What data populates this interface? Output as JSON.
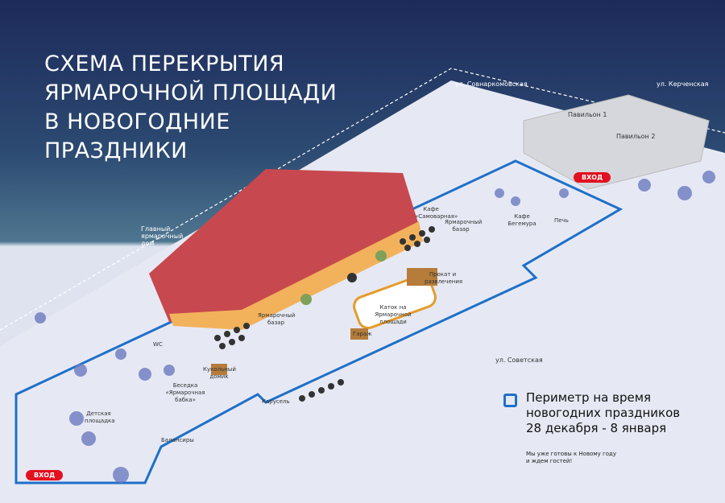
{
  "title": {
    "lines": [
      "СХЕМА ПЕРЕКРЫТИЯ",
      "ЯРМАРОЧНОЙ ПЛОЩАДИ",
      "В НОВОГОДНИЕ",
      "ПРАЗДНИКИ"
    ]
  },
  "streets": {
    "sovnarkomovskaya": "ул. Совнаркомовская",
    "kerchenskaya": "ул. Керченская",
    "sovetskaya": "ул. Советская"
  },
  "entries": {
    "top": "ВХОД",
    "bottom": "ВХОД"
  },
  "labels": {
    "main_house": "Главный ярмарочный дом",
    "pavilion1": "Павильон 1",
    "pavilion2": "Павильон 2",
    "cafe_samovar": "Кафе «Самоварная»",
    "bazaar_top": "Ярмарочный базар",
    "cafe_begemura": "Кафе Бегемура",
    "oven": "Печь",
    "rental": "Прокат и развлечения",
    "rink": "Каток на Ярмарочной площади",
    "garage": "Гараж",
    "bazaar_main": "Ярмарочный базар",
    "wc": "WC",
    "doll_house": "Кукольный домик",
    "gazebo": "Беседка «Ярмарочная бабка»",
    "carousel": "Карусель",
    "playground": "Детская площадка",
    "balancers": "Балансиры"
  },
  "legend": {
    "line1": "Периметр на время",
    "line2": "новогодних праздников",
    "line3": "28 декабря - 8 января",
    "note1": "Мы уже готовы к Новому году",
    "note2": "и ждем гостей!"
  },
  "colors": {
    "perimeter": "#1e70c8",
    "entry": "#e3101f",
    "building": "#c8484f"
  }
}
